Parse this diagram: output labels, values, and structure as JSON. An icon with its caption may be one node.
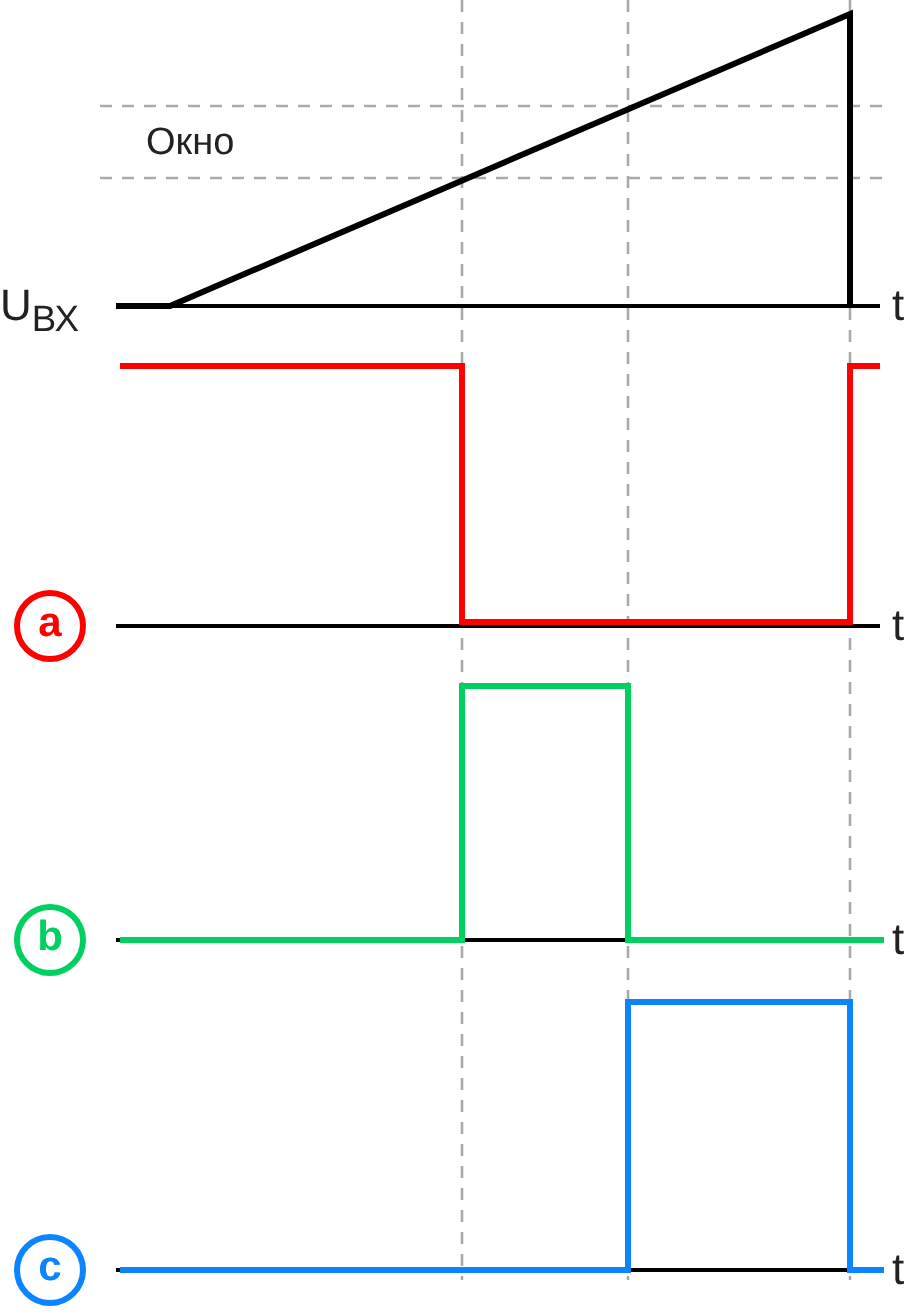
{
  "diagram": {
    "nodes": [
      {
        "text": [
          "a"
        ]
      },
      {
        "text": [
          "b"
        ]
      },
      {
        "text": [
          "c"
        ]
      }
    ],
    "labels": [
      "Окно",
      "U$_{ВХ}$",
      "t",
      "t",
      "t",
      "t"
    ]
  }
}
